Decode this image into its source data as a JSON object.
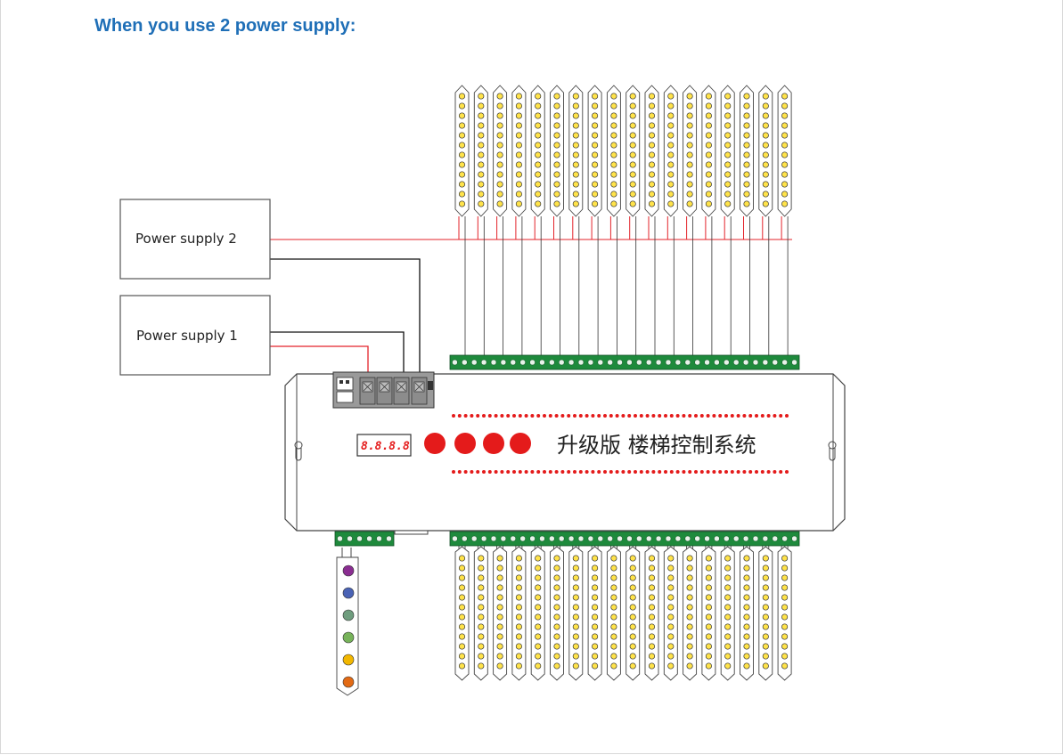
{
  "page": {
    "heading": "When you use 2 power supply:"
  },
  "diagram": {
    "power_supply_1_label": "Power supply 1",
    "power_supply_2_label": "Power supply 2",
    "display_text": "8.8.8.8",
    "controller_title": "升级版 楼梯控制系统",
    "strip_count_top": 18,
    "strip_count_bottom": 18,
    "sensor_led_colors": [
      "#8a2d91",
      "#4a63b5",
      "#6f9d7e",
      "#77b35a",
      "#f2b700",
      "#e26a14"
    ],
    "colors": {
      "heading": "#1f6fb7",
      "wire_red": "#e3232a",
      "wire_black": "#111111",
      "terminal_green": "#1e8a3c",
      "led_yellow": "#ffe34a",
      "button_red": "#e41b1b",
      "chase_dot_red": "#e41b1b"
    }
  }
}
